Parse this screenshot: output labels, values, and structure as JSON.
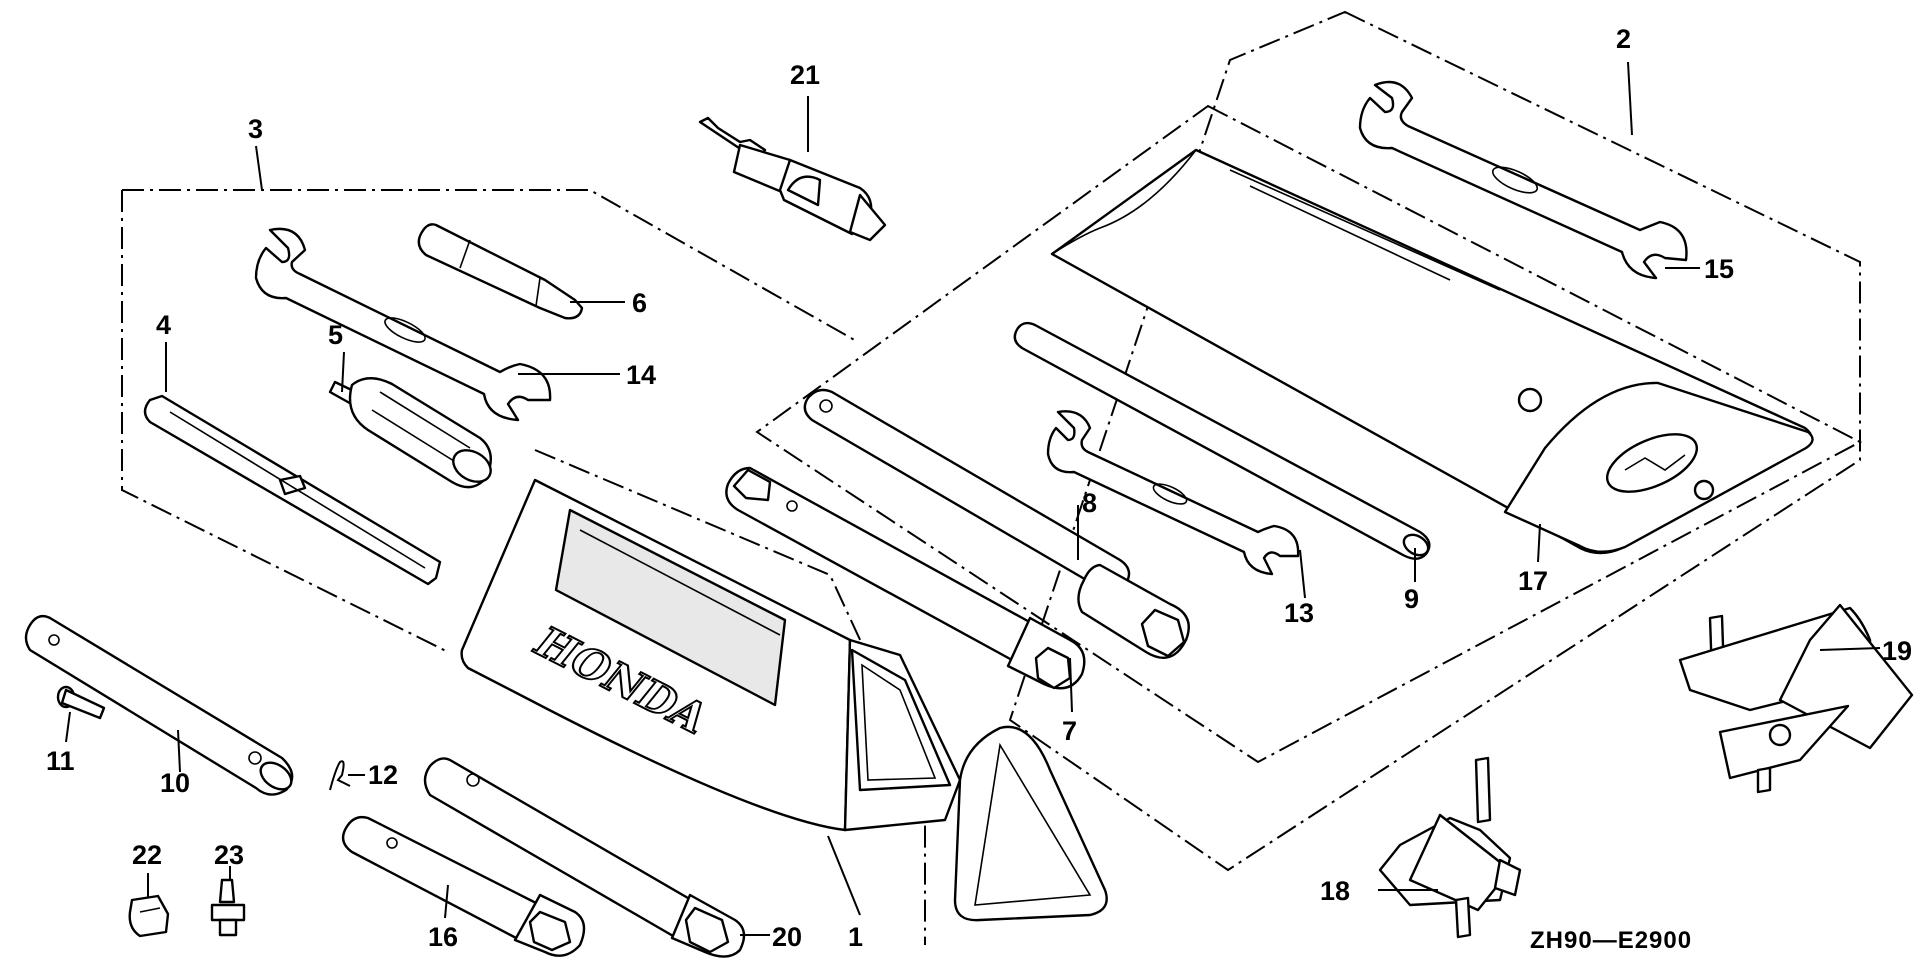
{
  "diagram": {
    "drawing_code": "ZH90—E2900",
    "brand_text": "HONDA",
    "labels": {
      "1": "1",
      "2": "2",
      "3": "3",
      "4": "4",
      "5": "5",
      "6": "6",
      "7": "7",
      "8": "8",
      "9": "9",
      "10": "10",
      "11": "11",
      "12": "12",
      "13": "13",
      "14": "14",
      "15": "15",
      "16": "16",
      "17": "17",
      "18": "18",
      "19": "19",
      "20": "20",
      "21": "21",
      "22": "22",
      "23": "23"
    }
  }
}
